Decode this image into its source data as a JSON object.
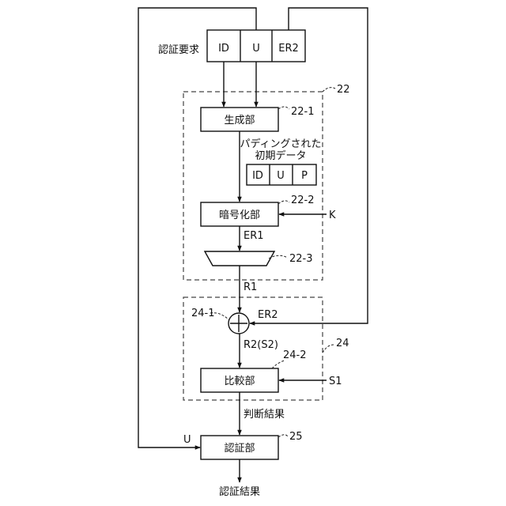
{
  "request": {
    "label": "認証要求",
    "fields": [
      "ID",
      "U",
      "ER2"
    ]
  },
  "group22": {
    "ref": "22"
  },
  "generator": {
    "label": "生成部",
    "ref": "22-1"
  },
  "padded": {
    "line1": "パディングされた",
    "line2": "初期データ",
    "fields": [
      "ID",
      "U",
      "P"
    ]
  },
  "encryptor": {
    "label": "暗号化部",
    "ref": "22-2",
    "key_input": "K"
  },
  "er1_label": "ER1",
  "selector": {
    "ref": "22-3"
  },
  "r1_label": "R1",
  "group24": {
    "ref": "24"
  },
  "xor": {
    "ref": "24-1",
    "input_label": "ER2"
  },
  "r2_label": "R2(S2)",
  "comparator": {
    "label": "比較部",
    "ref": "24-2",
    "input_label": "S1"
  },
  "judgment_label": "判断結果",
  "authenticator": {
    "label": "認証部",
    "ref": "25",
    "input_label": "U"
  },
  "result_label": "認証結果"
}
